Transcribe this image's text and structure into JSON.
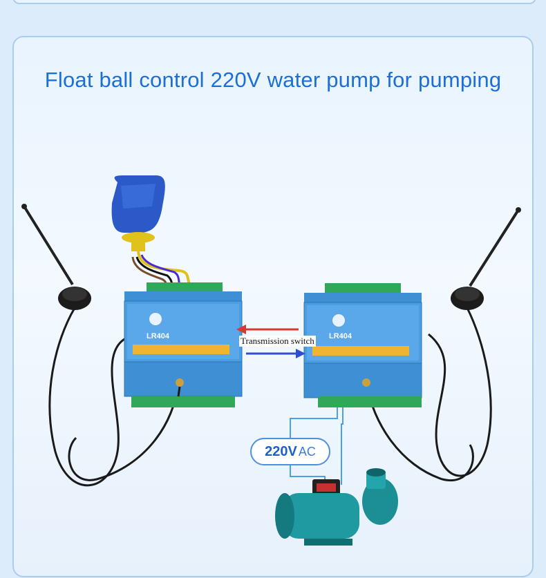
{
  "title": "Float ball control 220V water pump for pumping",
  "transmission_label": "Transmission switch",
  "voltage": {
    "value": "220V",
    "unit": "AC"
  },
  "controller_model": "LR404",
  "colors": {
    "title": "#1b6fd6",
    "controller_body": "#3f8fd4",
    "terminal_green": "#2fa85a",
    "arrow_red": "#d63a2e",
    "arrow_blue": "#2e4fcf",
    "float_ball": "#2b59c7",
    "pump_body": "#1e9aa0"
  },
  "icons": [
    "float-switch-icon",
    "antenna-icon",
    "controller-icon",
    "water-pump-icon"
  ]
}
